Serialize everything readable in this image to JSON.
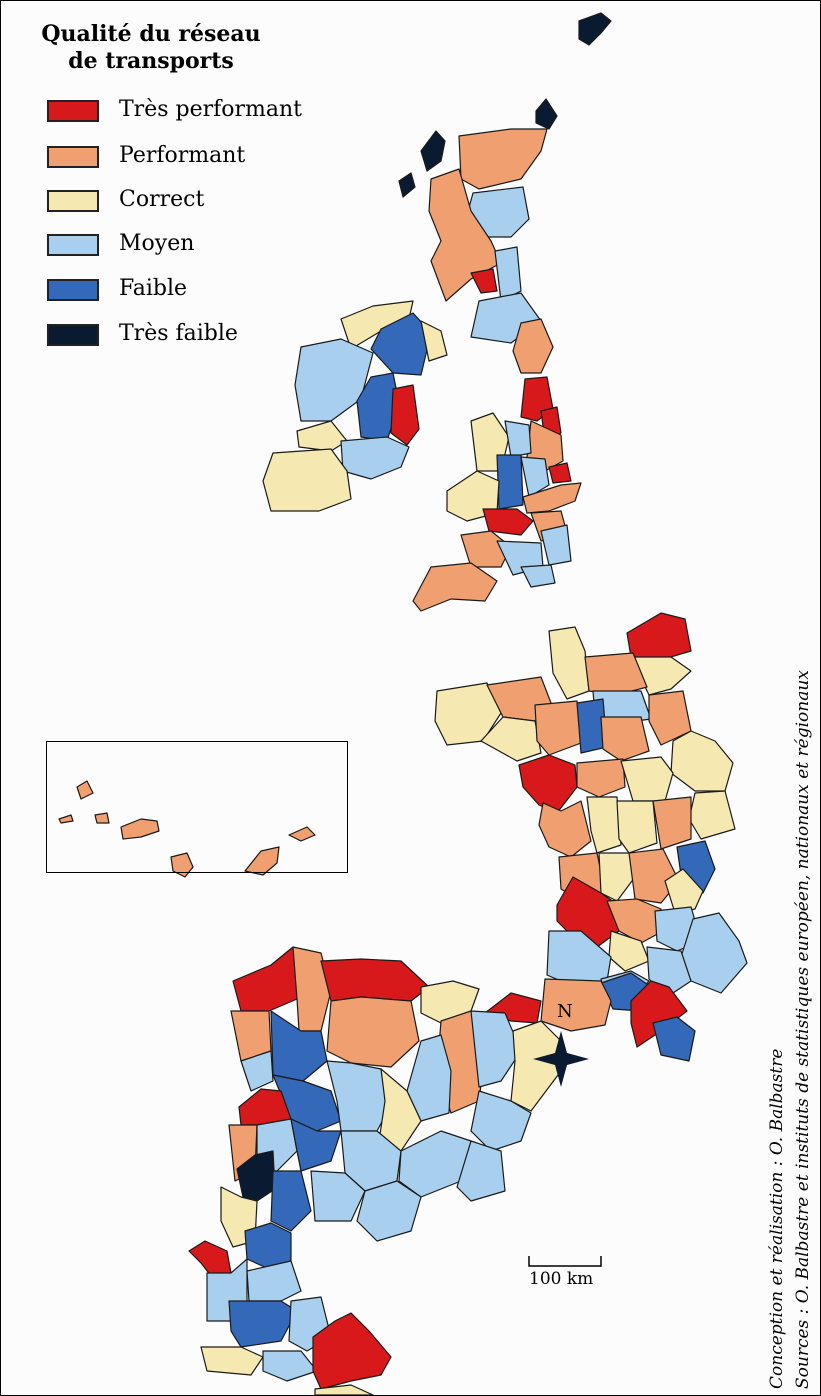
{
  "legend": {
    "title_line1": "Qualité du réseau",
    "title_line2": "de transports",
    "items": [
      {
        "label": "Très performant",
        "color": "#d7191c"
      },
      {
        "label": "Performant",
        "color": "#f0a070"
      },
      {
        "label": "Correct",
        "color": "#f5e8b0"
      },
      {
        "label": "Moyen",
        "color": "#a8d0ee"
      },
      {
        "label": "Faible",
        "color": "#3468b8"
      },
      {
        "label": "Très faible",
        "color": "#0a1a30"
      }
    ]
  },
  "credits": {
    "conception": "Conception et réalisation : O. Balbastre",
    "sources": "Sources : O. Balbastre et instituts de statistiques européen, nationaux et régionaux"
  },
  "north_label": "N",
  "scale_label": "100 km"
}
